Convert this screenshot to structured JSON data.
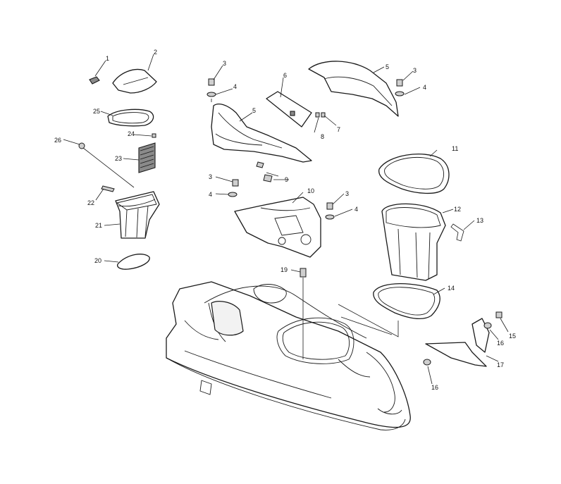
{
  "diagram": {
    "callouts": {
      "c1": "1",
      "c2": "2",
      "c3a": "3",
      "c4a": "4",
      "c5a": "5",
      "c6": "6",
      "c5b": "5",
      "c3b": "3",
      "c4b": "4",
      "c7": "7",
      "c8": "8",
      "c25": "25",
      "c24": "24",
      "c26": "26",
      "c23": "23",
      "c9": "9",
      "c11": "11",
      "c3c": "3",
      "c4c": "4",
      "c10": "10",
      "c3d": "3",
      "c4d": "4",
      "c22": "22",
      "c12": "12",
      "c13": "13",
      "c21": "21",
      "c20": "20",
      "c19": "19",
      "c14": "14",
      "c15": "15",
      "c16a": "16",
      "c17": "17",
      "c16b": "16"
    }
  }
}
